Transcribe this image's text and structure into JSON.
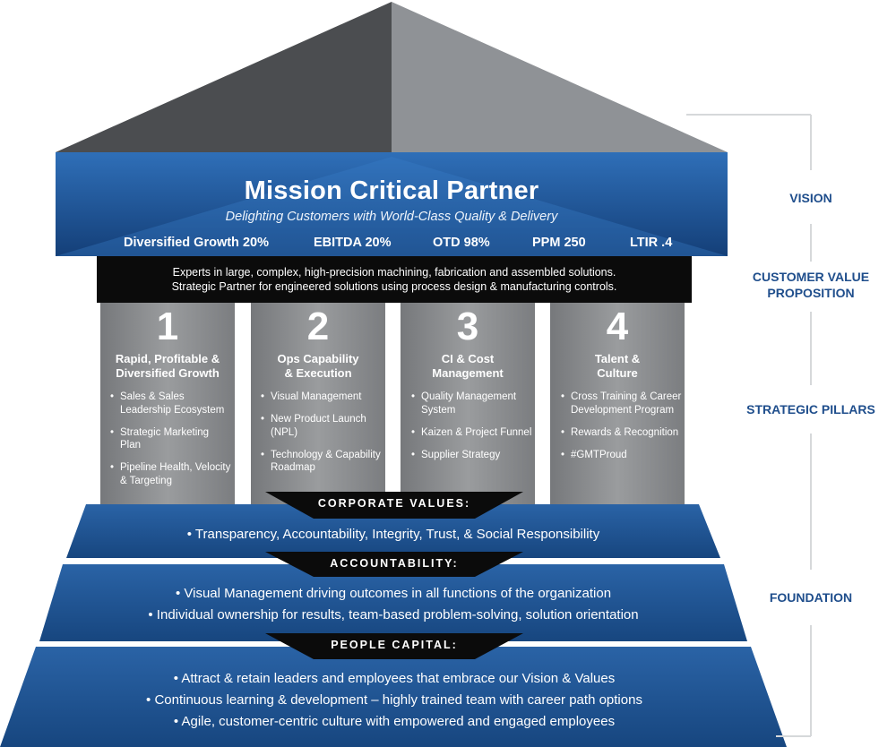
{
  "colors": {
    "navy": "#1c4f8f",
    "roof_dark": "#4a4c4f",
    "roof_light": "#8e9195",
    "pillar_gray": "#8b8d8f",
    "black": "#0b0b0b",
    "label_blue": "#1f4e8c"
  },
  "vision": {
    "title": "Mission Critical Partner",
    "subtitle": "Delighting Customers with World-Class Quality & Delivery",
    "metrics": [
      "Diversified Growth 20%",
      "EBITDA 20%",
      "OTD 98%",
      "PPM 250",
      "LTIR .4"
    ]
  },
  "value_proposition": {
    "line1": "Experts in large, complex, high-precision machining, fabrication and assembled solutions.",
    "line2": "Strategic Partner for engineered solutions using process design & manufacturing controls."
  },
  "pillars": [
    {
      "number": "1",
      "title_line1": "Rapid, Profitable &",
      "title_line2": "Diversified Growth",
      "items": [
        "Sales & Sales Leadership Ecosystem",
        "Strategic Marketing Plan",
        "Pipeline Health, Velocity & Targeting"
      ]
    },
    {
      "number": "2",
      "title_line1": "Ops Capability",
      "title_line2": "& Execution",
      "items": [
        "Visual Management",
        "New Product Launch (NPL)",
        "Technology & Capability Roadmap"
      ]
    },
    {
      "number": "3",
      "title_line1": "CI & Cost",
      "title_line2": "Management",
      "items": [
        "Quality Management System",
        "Kaizen & Project Funnel",
        "Supplier Strategy"
      ]
    },
    {
      "number": "4",
      "title_line1": "Talent &",
      "title_line2": "Culture",
      "items": [
        "Cross Training & Career Development Program",
        "Rewards & Recognition",
        "#GMTProud"
      ]
    }
  ],
  "foundation": {
    "corporate_values": {
      "label": "CORPORATE VALUES:",
      "lines": [
        "• Transparency, Accountability, Integrity, Trust, & Social Responsibility"
      ]
    },
    "accountability": {
      "label": "ACCOUNTABILITY:",
      "lines": [
        "• Visual Management driving outcomes in all functions of the organization",
        "• Individual ownership for results, team-based problem-solving, solution orientation"
      ]
    },
    "people_capital": {
      "label": "PEOPLE CAPITAL:",
      "lines": [
        "• Attract & retain leaders and employees that embrace our Vision & Values",
        "• Continuous learning & development – highly trained team with career path options",
        "• Agile, customer-centric culture with empowered and engaged employees"
      ]
    }
  },
  "side_labels": {
    "vision": "VISION",
    "cvp_line1": "CUSTOMER VALUE",
    "cvp_line2": "PROPOSITION",
    "pillars": "STRATEGIC PILLARS",
    "foundation": "FOUNDATION"
  }
}
